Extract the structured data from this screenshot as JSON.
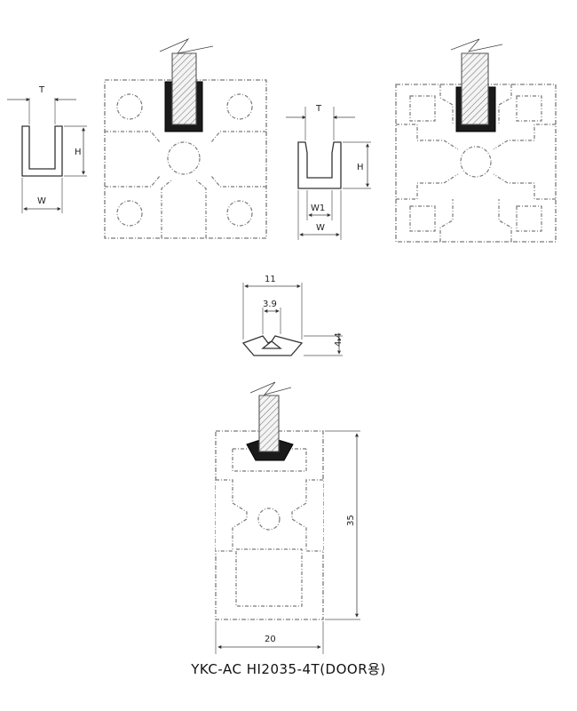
{
  "caption": "YKC-AC HI2035-4T(DOOR용)",
  "dims": {
    "u_small_t": "T",
    "u_small_h": "H",
    "u_small_w": "W",
    "u_mid_t": "T",
    "u_mid_h": "H",
    "u_mid_w1": "W1",
    "u_mid_w": "W",
    "hook_width": "11",
    "hook_inner": "3.9",
    "hook_height": "4.4",
    "profile_height": "35",
    "profile_width": "20"
  }
}
